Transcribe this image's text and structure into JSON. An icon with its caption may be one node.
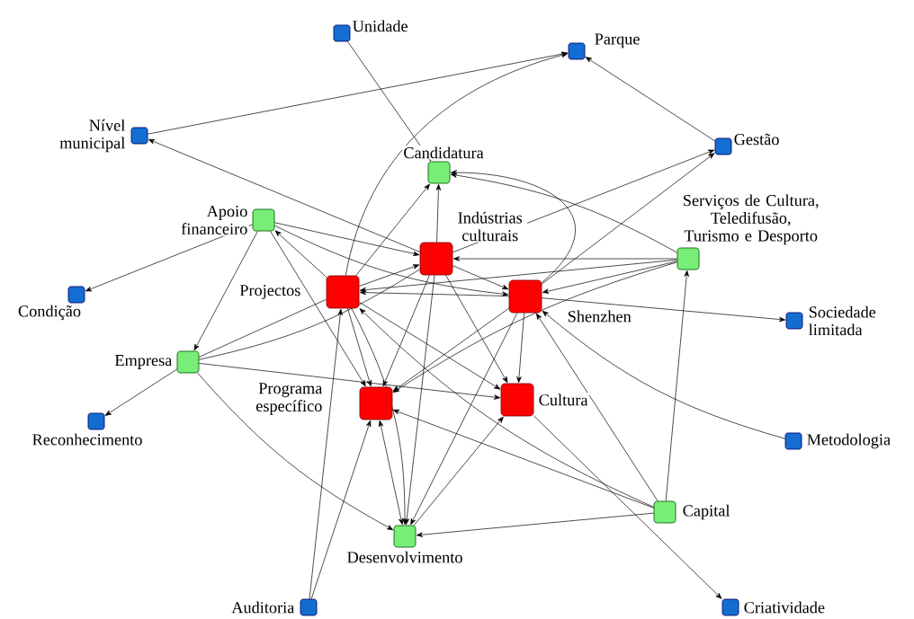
{
  "diagram": {
    "nodes": [
      {
        "text": [
          "Unidade"
        ]
      },
      {
        "text": [
          "Parque"
        ]
      },
      {
        "text": [
          "Nível municipal"
        ]
      },
      {
        "text": [
          "Gestão"
        ]
      },
      {
        "text": [
          "Candidatura"
        ]
      },
      {
        "text": [
          "Apoio financeiro"
        ]
      },
      {
        "text": [
          "Indústrias culturais"
        ]
      },
      {
        "text": [
          "Serviços de Cultura, Teledifusão, Turismo e Desporto"
        ]
      },
      {
        "text": [
          "Projectos"
        ]
      },
      {
        "text": [
          "Condição"
        ]
      },
      {
        "text": [
          "Shenzhen"
        ]
      },
      {
        "text": [
          "Sociedade limitada"
        ]
      },
      {
        "text": [
          "Empresa"
        ]
      },
      {
        "text": [
          "Programa específico"
        ]
      },
      {
        "text": [
          "Cultura"
        ]
      },
      {
        "text": [
          "Reconhecimento"
        ]
      },
      {
        "text": [
          "Metodologia"
        ]
      },
      {
        "text": [
          "Capital"
        ]
      },
      {
        "text": [
          "Desenvolvimento"
        ]
      },
      {
        "text": [
          "Auditoria"
        ]
      },
      {
        "text": [
          "Criatividade"
        ]
      }
    ],
    "edges": [
      {
        "from": 0,
        "to": 4,
        "arrow": "to"
      },
      {
        "from": 2,
        "to": 1,
        "arrow": "to"
      },
      {
        "from": 8,
        "to": 1,
        "arrow": "to"
      },
      {
        "from": 3,
        "to": 1,
        "arrow": "to"
      },
      {
        "from": 6,
        "to": 2,
        "arrow": "to"
      },
      {
        "from": 6,
        "to": 3,
        "arrow": "to"
      },
      {
        "from": 10,
        "to": 3,
        "arrow": "to"
      },
      {
        "from": 7,
        "to": 4,
        "arrow": "to"
      },
      {
        "from": 8,
        "to": 4,
        "arrow": "to"
      },
      {
        "from": 6,
        "to": 4,
        "arrow": "to"
      },
      {
        "from": 10,
        "to": 4,
        "arrow": "to"
      },
      {
        "from": 5,
        "to": 6,
        "arrow": "to"
      },
      {
        "from": 5,
        "to": 10,
        "arrow": "to"
      },
      {
        "from": 8,
        "to": 5,
        "arrow": "to"
      },
      {
        "from": 5,
        "to": 9,
        "arrow": "to"
      },
      {
        "from": 5,
        "to": 12,
        "arrow": "to"
      },
      {
        "from": 5,
        "to": 13,
        "arrow": "to"
      },
      {
        "from": 7,
        "to": 6,
        "arrow": "to"
      },
      {
        "from": 7,
        "to": 8,
        "arrow": "to"
      },
      {
        "from": 7,
        "to": 10,
        "arrow": "to"
      },
      {
        "from": 7,
        "to": 13,
        "arrow": "to"
      },
      {
        "from": 8,
        "to": 6,
        "arrow": "to"
      },
      {
        "from": 10,
        "to": 8,
        "arrow": "to"
      },
      {
        "from": 6,
        "to": 10,
        "arrow": "to"
      },
      {
        "from": 8,
        "to": 13,
        "arrow": "to"
      },
      {
        "from": 8,
        "to": 14,
        "arrow": "to"
      },
      {
        "from": 13,
        "to": 18,
        "arrow": "both"
      },
      {
        "from": 6,
        "to": 13,
        "arrow": "to"
      },
      {
        "from": 6,
        "to": 18,
        "arrow": "to"
      },
      {
        "from": 6,
        "to": 14,
        "arrow": "to"
      },
      {
        "from": 10,
        "to": 13,
        "arrow": "to"
      },
      {
        "from": 10,
        "to": 14,
        "arrow": "to"
      },
      {
        "from": 10,
        "to": 18,
        "arrow": "to"
      },
      {
        "from": 10,
        "to": 11,
        "arrow": "to"
      },
      {
        "from": 16,
        "to": 10,
        "arrow": "to"
      },
      {
        "from": 17,
        "to": 7,
        "arrow": "to"
      },
      {
        "from": 17,
        "to": 10,
        "arrow": "to"
      },
      {
        "from": 17,
        "to": 13,
        "arrow": "to"
      },
      {
        "from": 17,
        "to": 18,
        "arrow": "to"
      },
      {
        "from": 17,
        "to": 8,
        "arrow": "to"
      },
      {
        "from": 14,
        "to": 20,
        "arrow": "to"
      },
      {
        "from": 12,
        "to": 8,
        "arrow": "none"
      },
      {
        "from": 12,
        "to": 6,
        "arrow": "none"
      },
      {
        "from": 12,
        "to": 14,
        "arrow": "to"
      },
      {
        "from": 12,
        "to": 18,
        "arrow": "to"
      },
      {
        "from": 12,
        "to": 15,
        "arrow": "to"
      },
      {
        "from": 19,
        "to": 8,
        "arrow": "to"
      },
      {
        "from": 19,
        "to": 13,
        "arrow": "to"
      },
      {
        "from": 18,
        "to": 14,
        "arrow": "to"
      },
      {
        "from": 8,
        "to": 18,
        "arrow": "to"
      }
    ]
  }
}
